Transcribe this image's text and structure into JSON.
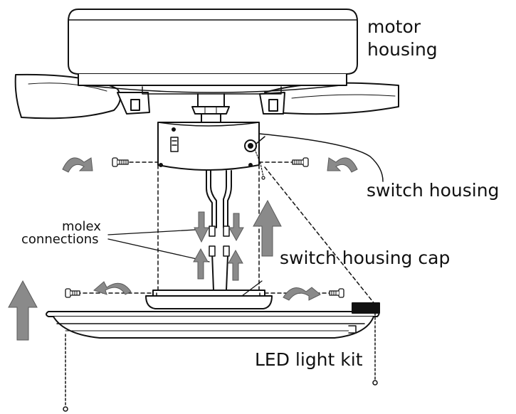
{
  "labels": {
    "motor_housing_line1": "motor",
    "motor_housing_line2": "housing",
    "switch_housing": "switch housing",
    "switch_housing_cap": "switch housing cap",
    "molex_line1": "molex",
    "molex_line2": "connections",
    "led_light_kit": "LED light kit"
  },
  "colors": {
    "stroke": "#111111",
    "arrow_fill": "#8a8a8a",
    "arrow_stroke": "#5a5a5a"
  }
}
